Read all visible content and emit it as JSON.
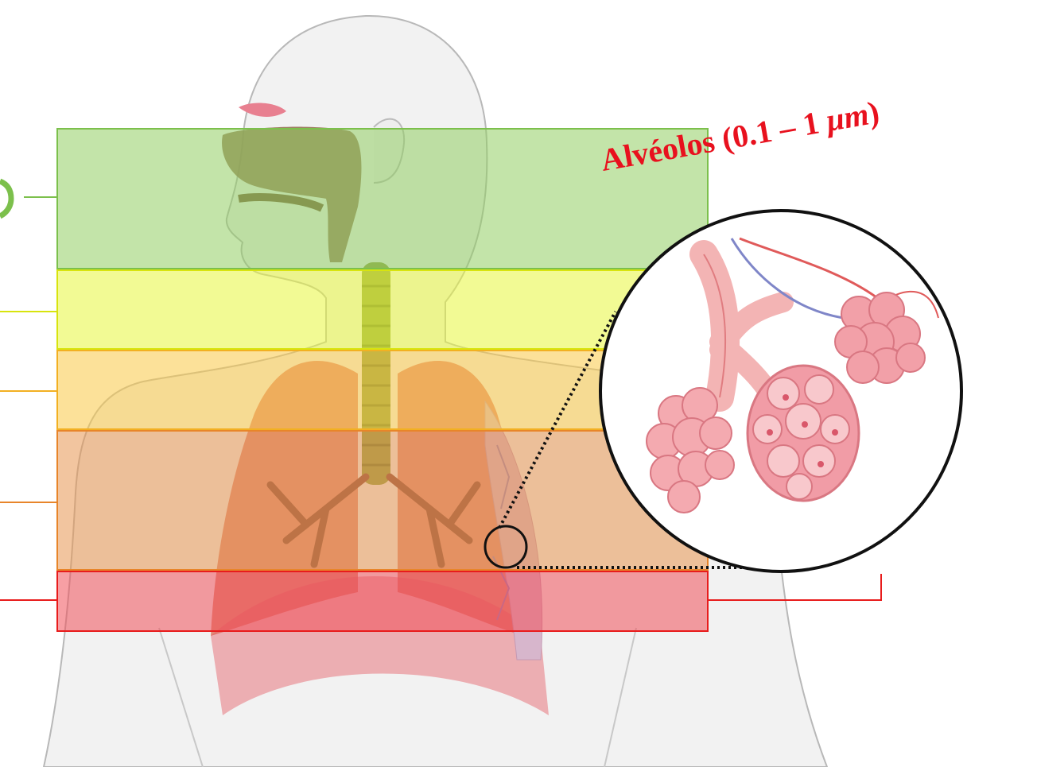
{
  "label": {
    "name": "Alvéolos",
    "size_open": "(0.1 –",
    "size_value": "1",
    "unit": "μm",
    "size_close": ")"
  },
  "regions": [
    {
      "id": "head",
      "color": "#92cd62"
    },
    {
      "id": "throat",
      "color": "#e8f53c"
    },
    {
      "id": "upper-chest",
      "color": "#fac846"
    },
    {
      "id": "chest",
      "color": "#e89650"
    },
    {
      "id": "lower-chest",
      "color": "#f0505a"
    }
  ],
  "colors": {
    "label": "#e8111e",
    "airway": "#a5b548",
    "lungs": "#e8786a",
    "alveoli": "#f2a0a8",
    "bronchi": "#8a4b3a"
  }
}
